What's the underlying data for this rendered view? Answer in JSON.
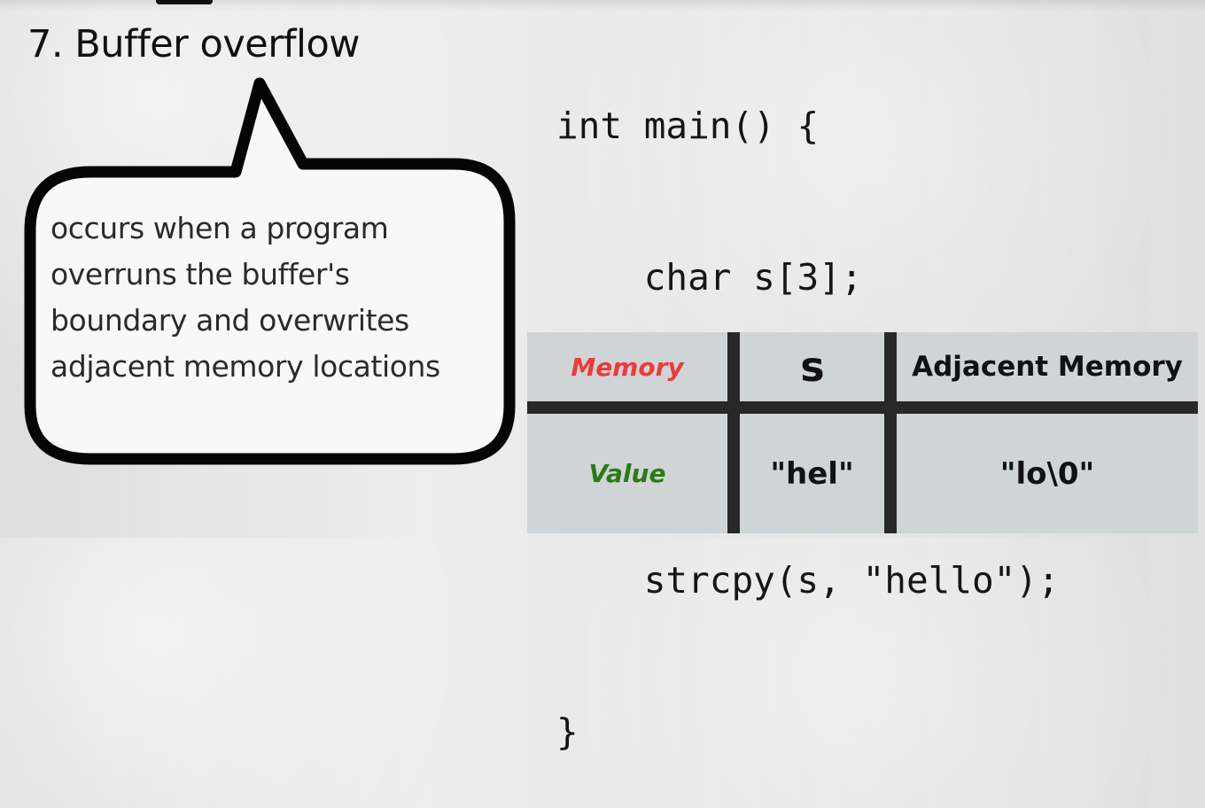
{
  "slide": {
    "title": "7. Buffer overflow"
  },
  "callout": {
    "text": "occurs when a program\noverruns the buffer's\nboundary and overwrites\nadjacent memory locations"
  },
  "code": {
    "lines": [
      "int main() {",
      "    char s[3];",
      "",
      "    strcpy(s, \"hello\");",
      "}"
    ]
  },
  "memory_table": {
    "headers": {
      "row_label": "Memory",
      "buffer": "s",
      "adjacent": "Adjacent Memory"
    },
    "values": {
      "row_label": "Value",
      "buffer": "\"hel\"",
      "adjacent": "\"lo\\0\""
    },
    "colors": {
      "memory_label": "#ef3a3a",
      "value_label": "#2b7a16",
      "table_bg": "#cfd4d7",
      "grid": "#282828"
    }
  }
}
